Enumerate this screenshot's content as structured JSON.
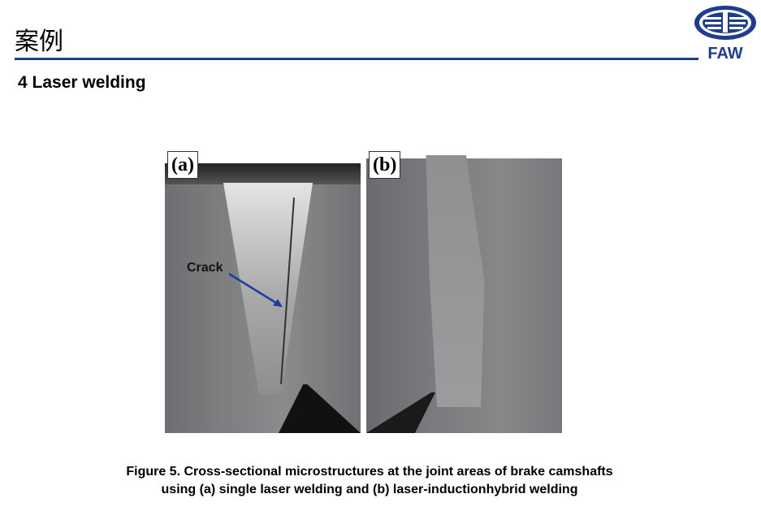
{
  "header": {
    "title": "案例",
    "logo_text": "FAW",
    "subtitle": "4 Laser welding"
  },
  "figure": {
    "panel_a_label": "(a)",
    "panel_b_label": "(b)",
    "annotation": "Crack",
    "caption_line1": "Figure 5. Cross-sectional microstructures at the joint areas of  brake camshafts",
    "caption_line2": "using (a) single laser welding and (b) laser-inductionhybrid welding"
  },
  "colors": {
    "accent": "#1f3d8c",
    "arrow": "#1a3fa0"
  }
}
